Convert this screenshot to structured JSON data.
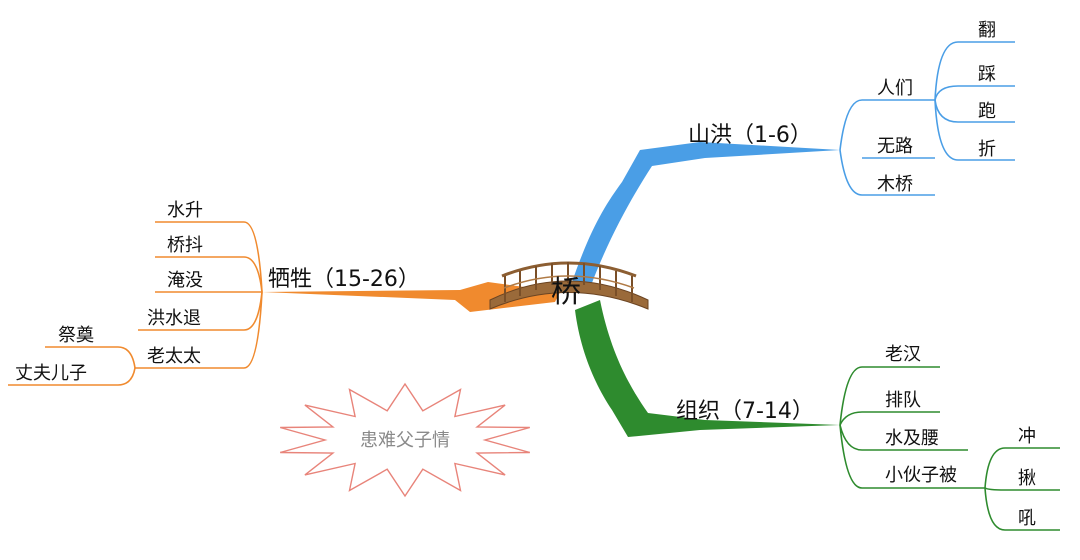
{
  "center": {
    "label": "桥"
  },
  "branches": [
    {
      "id": "b1",
      "label": "山洪（1-6）",
      "color": "#4a9ee6",
      "children": [
        {
          "label": "人们",
          "children": [
            {
              "label": "翻"
            },
            {
              "label": "踩"
            },
            {
              "label": "跑"
            },
            {
              "label": "折"
            }
          ]
        },
        {
          "label": "无路",
          "children": []
        },
        {
          "label": "木桥",
          "children": []
        }
      ]
    },
    {
      "id": "b2",
      "label": "组织（7-14）",
      "color": "#2e8b2e",
      "children": [
        {
          "label": "老汉",
          "children": []
        },
        {
          "label": "排队",
          "children": []
        },
        {
          "label": "水及腰",
          "children": []
        },
        {
          "label": "小伙子被",
          "children": [
            {
              "label": "冲"
            },
            {
              "label": "揪"
            },
            {
              "label": "吼"
            }
          ]
        }
      ]
    },
    {
      "id": "b3",
      "label": "牺牲（15-26）",
      "color": "#f08a2e",
      "children": [
        {
          "label": "水升",
          "children": []
        },
        {
          "label": "桥抖",
          "children": []
        },
        {
          "label": "淹没",
          "children": []
        },
        {
          "label": "洪水退",
          "children": []
        },
        {
          "label": "老太太",
          "children": [
            {
              "label": "祭奠"
            },
            {
              "label": "丈夫儿子"
            }
          ]
        }
      ]
    }
  ],
  "note": {
    "label": "患难父子情",
    "stroke": "#e8847a"
  }
}
